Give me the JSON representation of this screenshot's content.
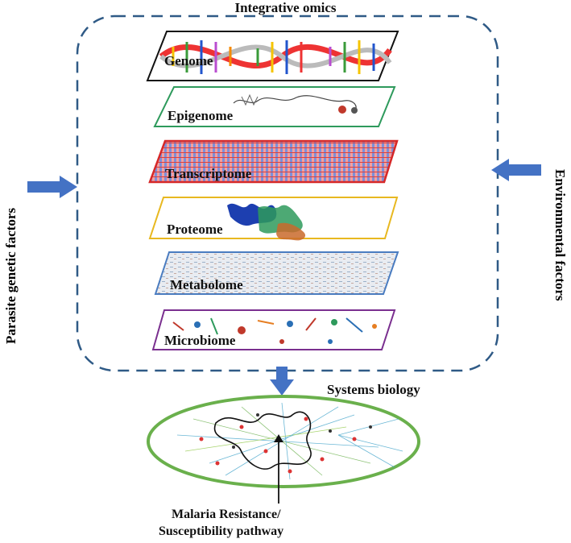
{
  "title": "Integrative omics",
  "left_factor": "Parasite genetic factors",
  "right_factor": "Environmental factors",
  "layers": [
    {
      "label": "Genome",
      "border": "#111111"
    },
    {
      "label": "Epigenome",
      "border": "#2e9a5c"
    },
    {
      "label": "Transcriptome",
      "border": "#d62828"
    },
    {
      "label": "Proteome",
      "border": "#e8b820"
    },
    {
      "label": "Metabolome",
      "border": "#4a7cc0"
    },
    {
      "label": "Microbiome",
      "border": "#7a2f8f"
    }
  ],
  "output_label": "Systems biology",
  "pathway_label_line1": "Malaria Resistance/",
  "pathway_label_line2": "Susceptibility pathway",
  "colors": {
    "dashed_border": "#2f5a86",
    "arrow": "#4472c4",
    "ellipse_border": "#6ab04c"
  }
}
